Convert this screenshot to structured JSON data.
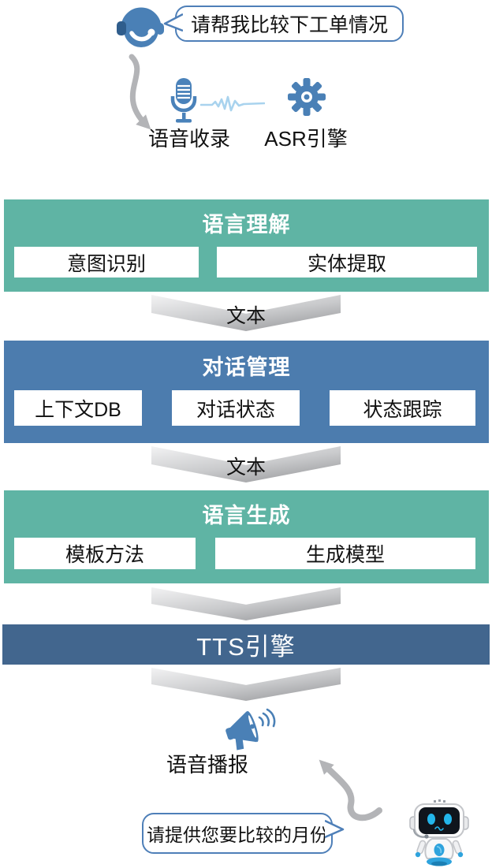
{
  "user": {
    "bubble_text": "请帮我比较下工单情况"
  },
  "asr_row": {
    "voice_capture_label": "语音收录",
    "asr_engine_label": "ASR引擎"
  },
  "blocks": [
    {
      "title": "语言理解",
      "items": [
        "意图识别",
        "实体提取"
      ]
    },
    {
      "title": "对话管理",
      "items": [
        "上下文DB",
        "对话状态",
        "状态跟踪"
      ]
    },
    {
      "title": "语言生成",
      "items": [
        "模板方法",
        "生成模型"
      ]
    }
  ],
  "flow_labels": {
    "text_1": "文本",
    "text_2": "文本"
  },
  "tts": {
    "label": "TTS引擎"
  },
  "output": {
    "broadcast_label": "语音播报",
    "bot_bubble_text": "请提供您要比较的月份"
  },
  "icons": {
    "top_left": "headset-agent-icon",
    "capture": "microphone-icon",
    "signal": "waveform-icon",
    "engine": "gear-icon",
    "broadcast": "megaphone-icon",
    "bottom_right": "robot-icon"
  },
  "colors": {
    "teal_block": "#5FB4A4",
    "blue_block": "#4C7CAE",
    "tts_bar": "#42668E",
    "icon_blue": "#4A80B6",
    "bubble_border": "#4E7FB8",
    "arrow_gray": "#ABACAF",
    "waveform_blue": "#A9D3EE"
  }
}
